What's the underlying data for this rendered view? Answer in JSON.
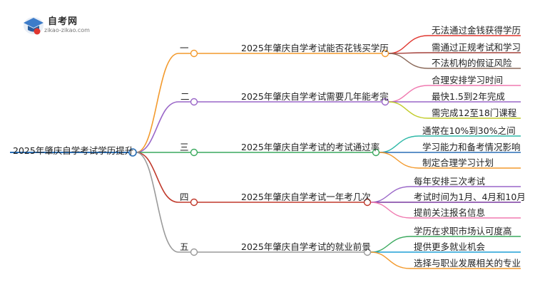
{
  "logo": {
    "name": "自考网",
    "url": "zikao-zikao.com"
  },
  "root": "2025年肇庆自学考试学历提升",
  "branches": [
    {
      "num": "一",
      "color": "#f39a2d",
      "question": "2025年肇庆自学考试能否花钱买学历",
      "items": [
        {
          "text": "无法通过金钱获得学历",
          "color": "#e0362f"
        },
        {
          "text": "需通过正规考试和学习",
          "color": "#a4403a"
        },
        {
          "text": "不法机构的假证风险",
          "color": "#8b6a5a"
        }
      ]
    },
    {
      "num": "二",
      "color": "#9a67c8",
      "question": "2025年肇庆自学考试需要几年能考完",
      "items": [
        {
          "text": "合理安排学习时间",
          "color": "#f07ab0"
        },
        {
          "text": "最快1.5到2年完成",
          "color": "#9a67c8"
        },
        {
          "text": "需完成12至18门课程",
          "color": "#c2cc2a"
        }
      ]
    },
    {
      "num": "三",
      "color": "#3aa95e",
      "question": "2025年肇庆自学考试的考试通过率",
      "items": [
        {
          "text": "通常在10%到30%之间",
          "color": "#2fb9a8"
        },
        {
          "text": "学习能力和备考情况影响",
          "color": "#2a6fb5"
        },
        {
          "text": "制定合理学习计划",
          "color": "#f39a2d"
        }
      ]
    },
    {
      "num": "四",
      "color": "#c0392b",
      "question": "2025年肇庆自学考试一年考几次",
      "items": [
        {
          "text": "每年安排三次考试",
          "color": "#9a67c8"
        },
        {
          "text": "考试时间为1月、4月和10月",
          "color": "#7a3aa0"
        },
        {
          "text": "提前关注报名信息",
          "color": "#f07ab0"
        }
      ]
    },
    {
      "num": "五",
      "color": "#9a9a9a",
      "question": "2025年肇庆自学考试的就业前景",
      "items": [
        {
          "text": "学历在求职市场认可度高",
          "color": "#3aa95e"
        },
        {
          "text": "提供更多就业机会",
          "color": "#1e9fd6"
        },
        {
          "text": "选择与职业发展相关的专业",
          "color": "#f39a2d"
        }
      ]
    }
  ],
  "colors": {
    "root_underline": "#2a6fb5",
    "node_circle_fill": "#ffffff"
  },
  "icons": {
    "logo": "graduation-cap-icon"
  }
}
